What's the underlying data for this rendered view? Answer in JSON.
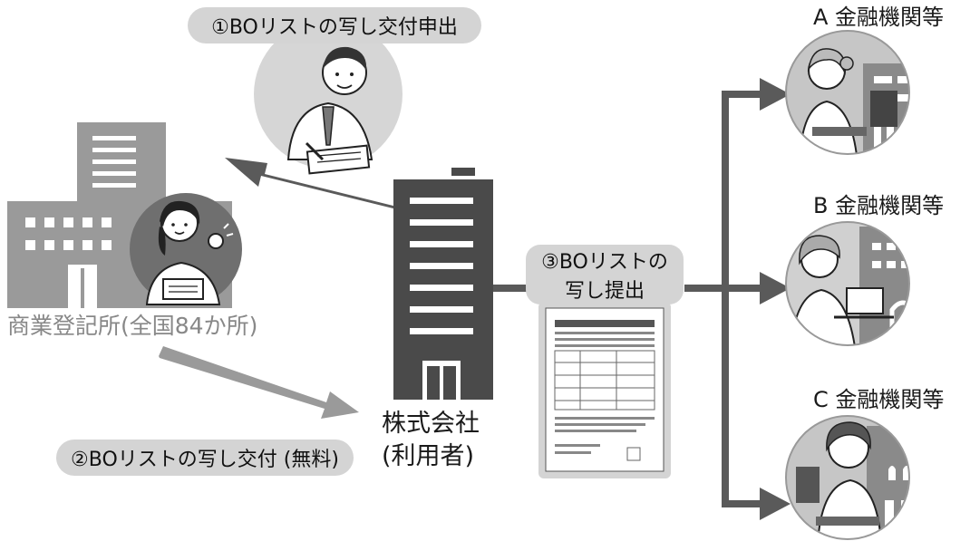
{
  "steps": {
    "step1_label": "①BOリストの写し交付申出",
    "step2_label": "②BOリストの写し交付 (無料)",
    "step3_label_line1": "③BOリストの",
    "step3_label_line2": "写し提出"
  },
  "registry_office": {
    "label": "商業登記所(全国84か所)"
  },
  "company": {
    "label_line1": "株式会社",
    "label_line2": "(利用者)"
  },
  "institutions": [
    {
      "label": "A 金融機関等"
    },
    {
      "label": "B  金融機関等"
    },
    {
      "label": "C  金融機関等"
    }
  ],
  "colors": {
    "arrow": "#5a5a5a",
    "building_light": "#9a9a9a",
    "building_dark": "#4a4a4a",
    "pill": "#d4d4d4",
    "grey_text": "#888888"
  }
}
